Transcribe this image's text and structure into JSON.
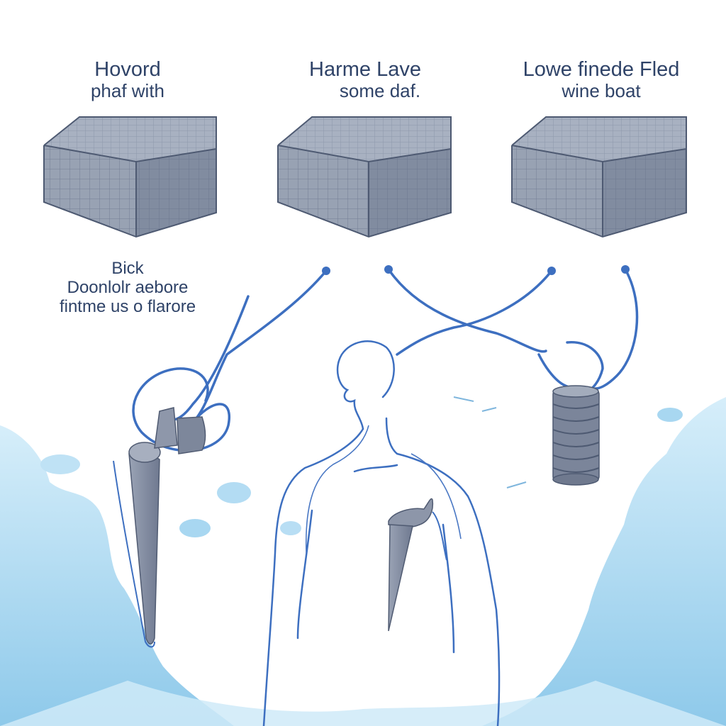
{
  "labels": {
    "top_left": {
      "line1": "Hovord",
      "line2": "phaf with"
    },
    "top_center": {
      "line1": "Harme Lave",
      "line2": "some daf."
    },
    "top_right": {
      "line1": "Lowe finede Fled",
      "line2": "wine boat"
    },
    "mid_left": {
      "line1": "Bick",
      "line2": "Doonlolr aebore",
      "line3": "fintme us o flarore"
    }
  },
  "colors": {
    "line": "#3d6fc0",
    "text": "#2f4368",
    "box_top": "#a4adbd",
    "box_front": "#98a2b3",
    "box_side": "#7f8a9d",
    "grid": "#66718a",
    "water": "#9fd2ef",
    "water_light": "#d6eefa",
    "prop": "#8790a3"
  },
  "icons": [
    "grid-box-icon",
    "human-silhouette-icon",
    "joint-implant-icon",
    "coiled-spring-icon",
    "splash-icon"
  ]
}
